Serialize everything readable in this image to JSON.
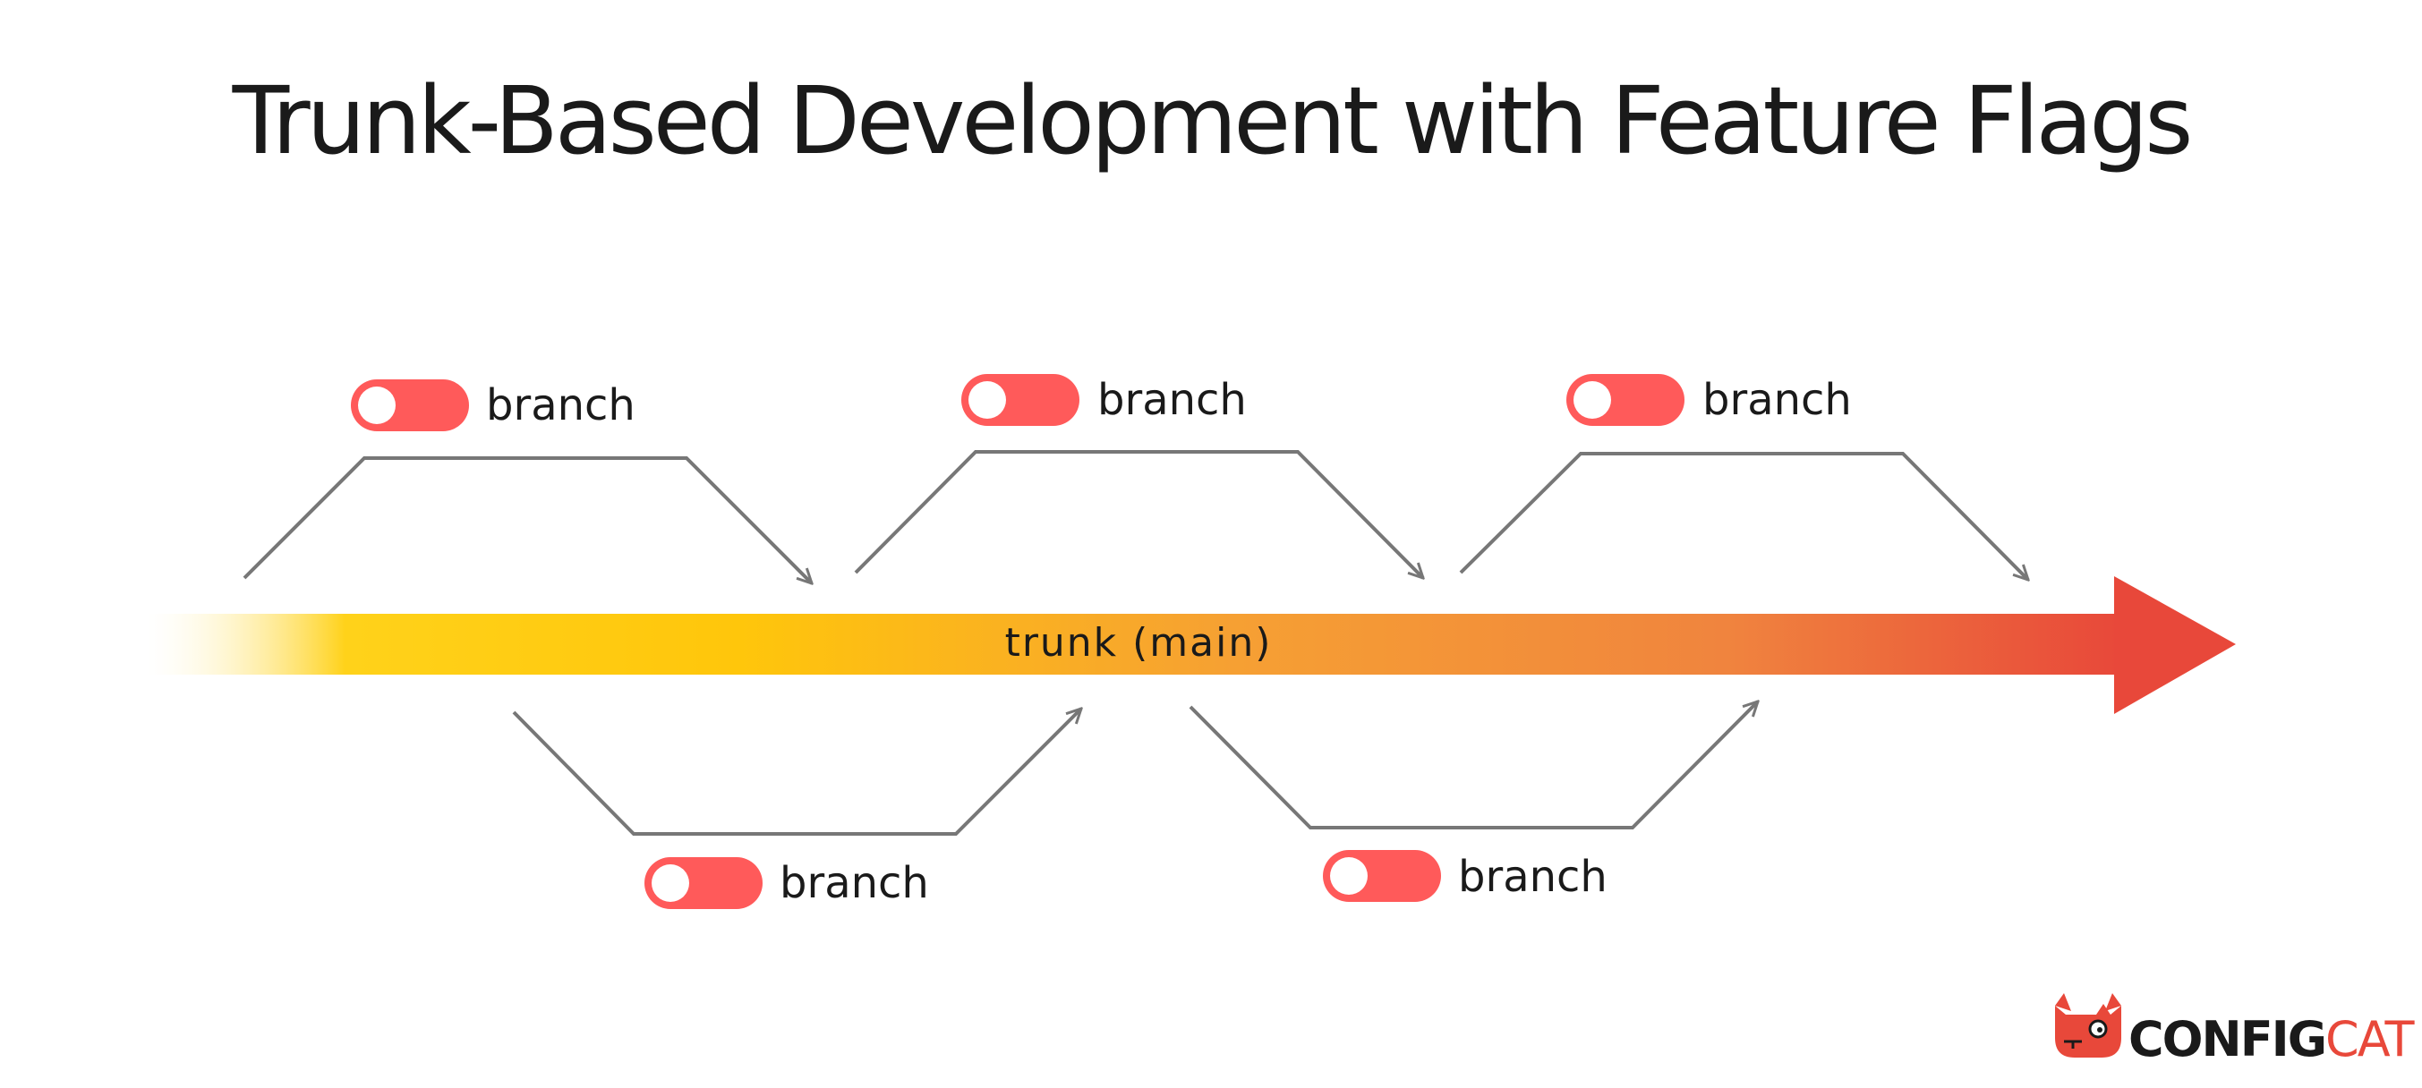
{
  "title": "Trunk-Based Development with Feature Flags",
  "trunk": {
    "label": "trunk (main)"
  },
  "branches": [
    {
      "label": "branch",
      "side": "top"
    },
    {
      "label": "branch",
      "side": "top"
    },
    {
      "label": "branch",
      "side": "top"
    },
    {
      "label": "branch",
      "side": "bottom"
    },
    {
      "label": "branch",
      "side": "bottom"
    }
  ],
  "logo": {
    "text_bold": "CONFIG",
    "text_light": "CAT",
    "icon": "cat-icon"
  },
  "colors": {
    "toggle": "#ff5a5a",
    "trunk_start": "#ffc60b",
    "trunk_mid": "#f6a033",
    "trunk_end": "#e8483a",
    "branch_line": "#777777",
    "text": "#1a1a1a"
  },
  "icons": [
    "toggle-icon",
    "arrow-head-icon",
    "cat-icon"
  ]
}
